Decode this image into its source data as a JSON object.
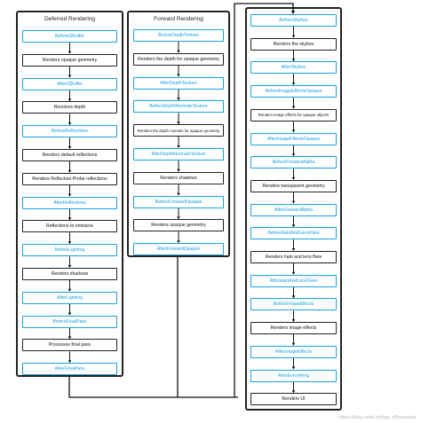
{
  "colors": {
    "event": "#1aa0e0",
    "step": "#222222",
    "arrow": "#111111"
  },
  "columns": {
    "deferred": {
      "title": "Deferred Rendering",
      "items": [
        {
          "type": "event",
          "label": "BeforeGBuffer"
        },
        {
          "type": "step",
          "label": "Renders opaque geometry"
        },
        {
          "type": "event",
          "label": "AfterGBuffer"
        },
        {
          "type": "step",
          "label": "Resolves depth"
        },
        {
          "type": "event",
          "label": "BeforeReflections"
        },
        {
          "type": "step",
          "label": "Renders default reflections"
        },
        {
          "type": "step",
          "label": "Renders Reflection Probe reflections"
        },
        {
          "type": "event",
          "label": "AfterReflections"
        },
        {
          "type": "step",
          "label": "Reflections to emissive"
        },
        {
          "type": "event",
          "label": "BeforeLighting"
        },
        {
          "type": "step",
          "label": "Renders shadows"
        },
        {
          "type": "event",
          "label": "AfterLighting"
        },
        {
          "type": "event",
          "label": "BeforeFinalPass"
        },
        {
          "type": "step",
          "label": "Processes final pass"
        },
        {
          "type": "event",
          "label": "AfterFinalPass"
        }
      ]
    },
    "forward": {
      "title": "Forward Rendering",
      "items": [
        {
          "type": "event",
          "label": "BeforeDepthTexture"
        },
        {
          "type": "step",
          "label": "Renders the depth for opaque geometry"
        },
        {
          "type": "event",
          "label": "AfterDepthTexture"
        },
        {
          "type": "event",
          "label": "BeforeDepthNormalsTexture"
        },
        {
          "type": "step",
          "label": "Renders the depth normals for opaque geometry"
        },
        {
          "type": "event",
          "label": "AfterDepthNormalsTexture"
        },
        {
          "type": "step",
          "label": "Renders shadows"
        },
        {
          "type": "event",
          "label": "BeforeForwardOpaque"
        },
        {
          "type": "step",
          "label": "Renders opaque geometry"
        },
        {
          "type": "event",
          "label": "AfterForwardOpaque"
        }
      ]
    },
    "common": {
      "title": "",
      "items": [
        {
          "type": "event",
          "label": "BeforeSkybox"
        },
        {
          "type": "step",
          "label": "Renders the skybox"
        },
        {
          "type": "event",
          "label": "AfterSkybox"
        },
        {
          "type": "event",
          "label": "BeforeImageEffectsOpaque"
        },
        {
          "type": "step",
          "label": "Renders image effects for opaque objects"
        },
        {
          "type": "event",
          "label": "AfterImageEffectsOpaque"
        },
        {
          "type": "event",
          "label": "BeforeForwardAlpha"
        },
        {
          "type": "step",
          "label": "Renders transparent geometry"
        },
        {
          "type": "event",
          "label": "AfterForwardAlpha"
        },
        {
          "type": "event",
          "label": "BeforeHaloAndLensFlare"
        },
        {
          "type": "step",
          "label": "Renders halo and lens flare"
        },
        {
          "type": "event",
          "label": "AfterHaloAndLensFlare"
        },
        {
          "type": "event",
          "label": "BeforeImageEffects"
        },
        {
          "type": "step",
          "label": "Renders image effects"
        },
        {
          "type": "event",
          "label": "AfterImageEffects"
        },
        {
          "type": "event",
          "label": "AfterEverything"
        },
        {
          "type": "step",
          "label": "Renders UI"
        }
      ]
    }
  },
  "watermark": "https://blog.csdn.net/qq_x/thousand"
}
